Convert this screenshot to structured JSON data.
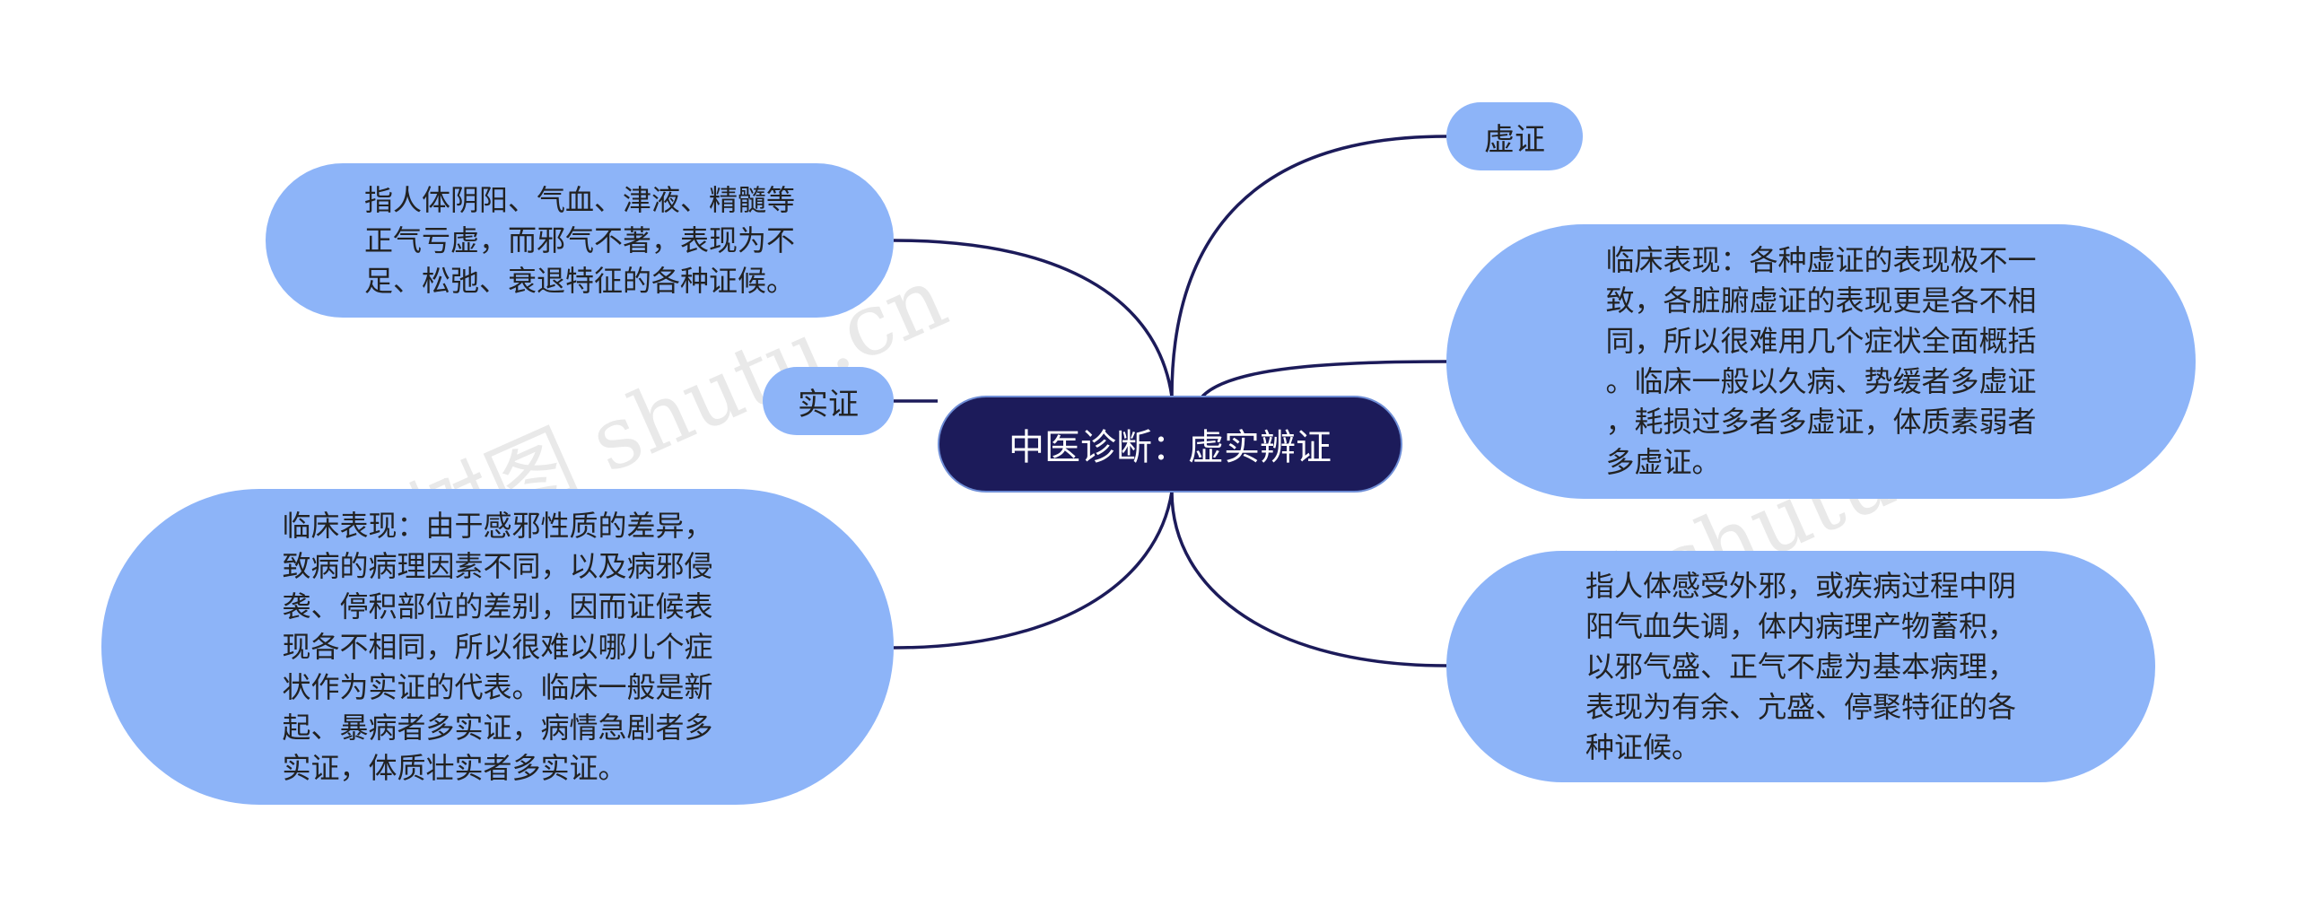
{
  "root": "中医诊断：虚实辨证",
  "left": {
    "def_shizheng_label": "实证",
    "xuzheng_definition": "指人体阴阳、气血、津液、精髓等\n正气亏虚，而邪气不著，表现为不\n足、松弛、衰退特征的各种证候。",
    "shizheng_clinical": "临床表现：由于感邪性质的差异，\n致病的病理因素不同，以及病邪侵\n袭、停积部位的差别，因而证候表\n现各不相同，所以很难以哪儿个症\n状作为实证的代表。临床一般是新\n起、暴病者多实证，病情急剧者多\n实证，体质壮实者多实证。"
  },
  "right": {
    "xuzheng_label": "虚证",
    "xuzheng_clinical": "临床表现：各种虚证的表现极不一\n致，各脏腑虚证的表现更是各不相\n同，所以很难用几个症状全面概括\n。临床一般以久病、势缓者多虚证\n，耗损过多者多虚证，体质素弱者\n多虚证。",
    "shizheng_definition": "指人体感受外邪，或疾病过程中阴\n阳气血失调，体内病理产物蓄积，\n以邪气盛、正气不虚为基本病理，\n表现为有余、亢盛、停聚特征的各\n种证候。"
  },
  "watermark": [
    "树图 shutu.cn",
    "树图 shutu.cn"
  ],
  "colors": {
    "node_fill": "#8db4f8",
    "root_fill": "#1c1b5a",
    "connector": "#1c1b5a"
  }
}
